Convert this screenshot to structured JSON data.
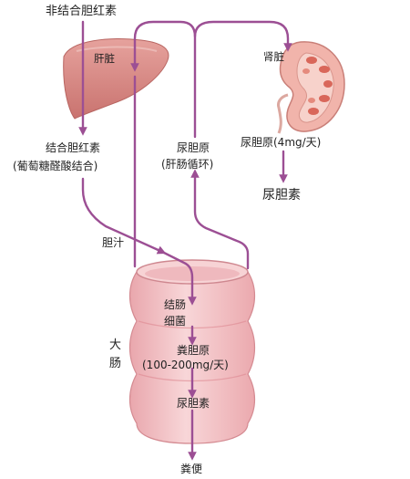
{
  "labels": {
    "unconjugated_bilirubin": "非结合胆红素",
    "liver": "肝脏",
    "conjugated_bilirubin": "结合胆红素",
    "glucuronide_conjugation": "(葡萄糖醛酸结合)",
    "kidney": "肾脏",
    "urobilinogen_circulation": "尿胆原",
    "enterohepatic_circulation": "(肝肠循环)",
    "urine_urobilinogen": "尿胆原(4mg/天)",
    "urine_urobilin": "尿胆素",
    "bile": "胆汁",
    "colon_bacteria_1": "结肠",
    "colon_bacteria_2": "细菌",
    "large_intestine_1": "大",
    "large_intestine_2": "肠",
    "fecal_urobilinogen": "粪胆原",
    "fecal_urobilinogen_amount": "(100-200mg/天)",
    "stercobilin": "尿胆素",
    "feces": "粪便"
  },
  "colors": {
    "pathway": "#9c4f94",
    "liver": "#d98b87",
    "kidney": "#eeaaa0",
    "intestine": "#f2c0c3"
  }
}
